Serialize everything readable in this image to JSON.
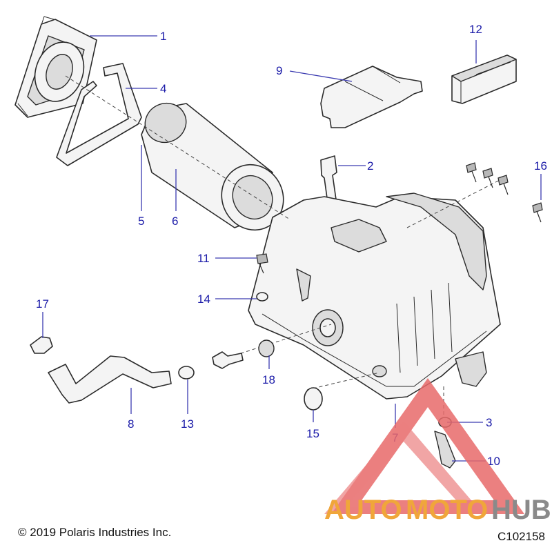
{
  "callouts": {
    "c1": "1",
    "c2": "2",
    "c3": "3",
    "c4": "4",
    "c5": "5",
    "c6": "6",
    "c7": "7",
    "c8": "8",
    "c9": "9",
    "c10": "10",
    "c11": "11",
    "c12": "12",
    "c13": "13",
    "c14": "14",
    "c15": "15",
    "c16": "16",
    "c17": "17",
    "c18": "18"
  },
  "watermark": {
    "auto": "AUTO",
    "moto": "MOTO",
    "hub": "HUB",
    "accent_color": "#f0a63a",
    "hub_color": "#8a8a8a",
    "logo_color": "#e86a6a"
  },
  "footer": {
    "copyright": "© 2019 Polaris Industries Inc.",
    "figure_code": "C102158"
  },
  "colors": {
    "callout": "#1a1aa8"
  }
}
